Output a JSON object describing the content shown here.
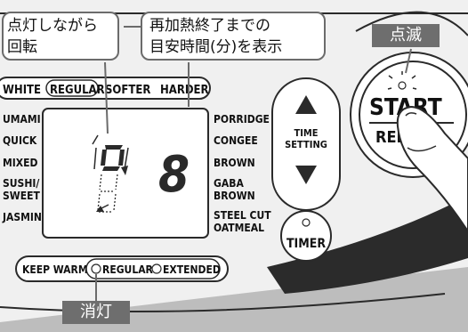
{
  "callouts": {
    "rotate_line1": "点灯しながら",
    "rotate_line2": "回転",
    "reheat_line1": "再加熱終了までの",
    "reheat_line2": "目安時間(分)を表示"
  },
  "tags": {
    "blink": "点滅",
    "off": "消灯"
  },
  "panel": {
    "rice_types": [
      "WHITE",
      "REGULAR",
      "SOFTER",
      "HARDER"
    ],
    "left_menu": [
      "UMAMI",
      "QUICK",
      "MIXED",
      "SUSHI/",
      "SWEET",
      "JASMINE"
    ],
    "right_menu": [
      "PORRIDGE",
      "CONGEE",
      "BROWN",
      "GABA",
      "BROWN",
      "STEEL CUT",
      "OATMEAL"
    ],
    "display_digit": "8",
    "time_setting_line1": "TIME",
    "time_setting_line2": "SETTING",
    "timer_label": "TIMER",
    "keep_warm_label": "KEEP WARM",
    "keep_warm_options": [
      "REGULAR",
      "EXTENDED"
    ],
    "start_label": "START",
    "reheat_label": "REHEAT"
  },
  "colors": {
    "panel_bg": "#f0f0f0",
    "line": "#2a2a2a",
    "callout_border": "#6b6b6b",
    "tag_bg": "#6e6e6e",
    "dark_curve": "#2b2b2b",
    "mid_curve": "#bdbdbd"
  }
}
